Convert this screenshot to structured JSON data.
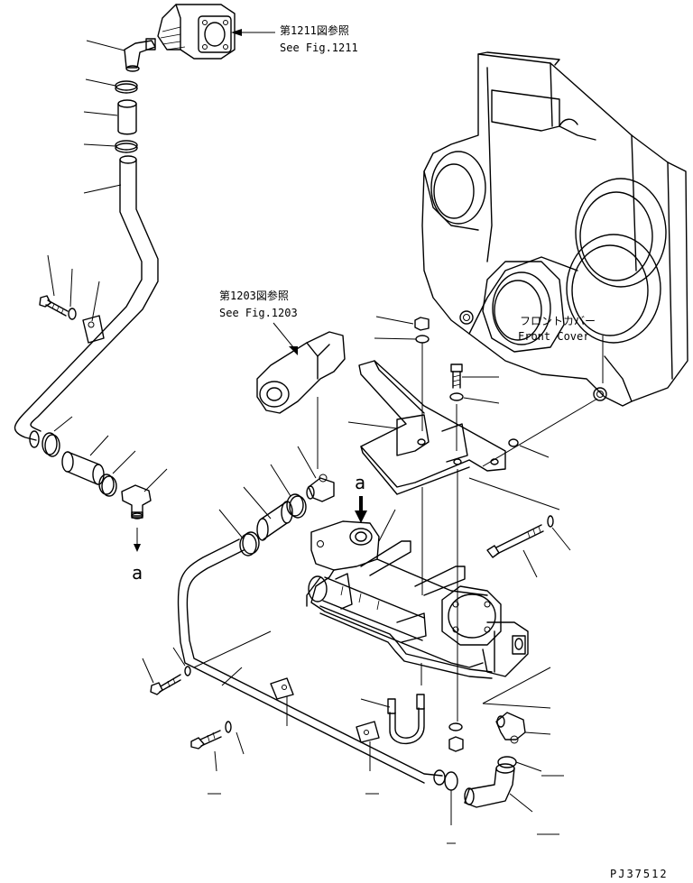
{
  "references": {
    "fig1211_jp": "第1211図参照",
    "fig1211_en": "See Fig.1211",
    "fig1203_jp": "第1203図参照",
    "fig1203_en": "See Fig.1203"
  },
  "front_cover": {
    "jp": "フロントカバー",
    "en": "Front Cover"
  },
  "connection_marker": {
    "top": "a",
    "bottom": "a"
  },
  "drawing_number": "PJ37512"
}
